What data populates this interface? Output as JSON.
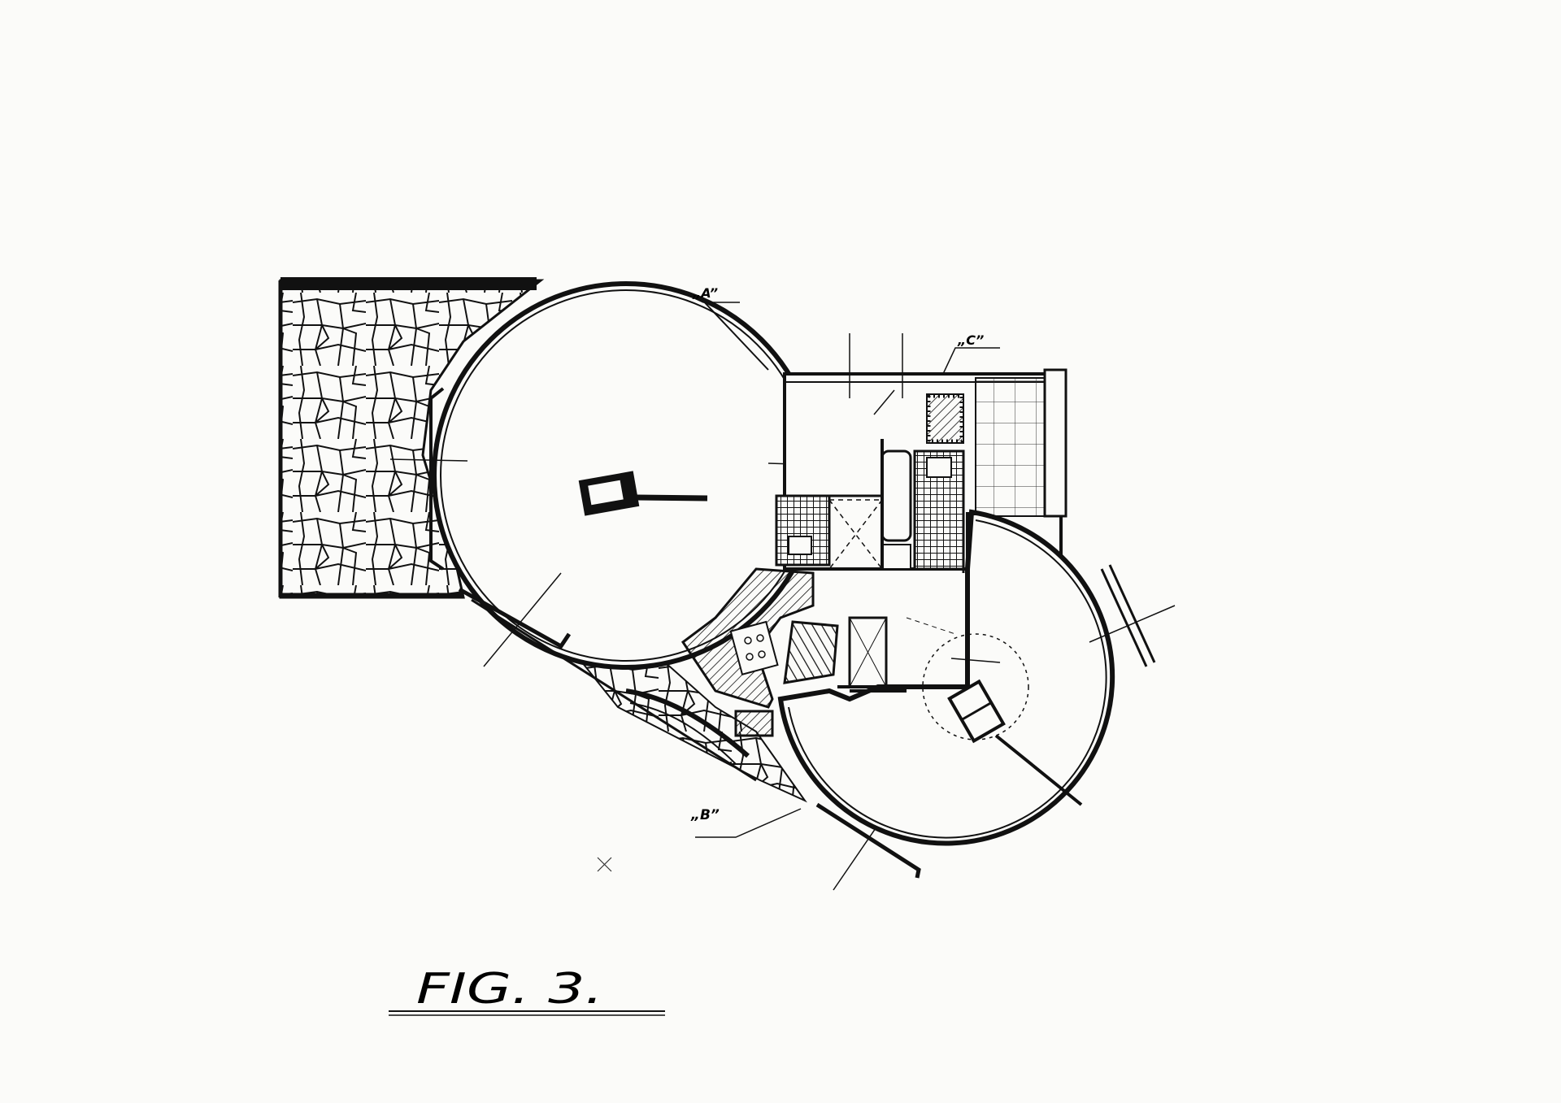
{
  "figure": {
    "caption": "FIG. 3.",
    "section_labels": {
      "a": "„A”",
      "b": "„B”",
      "c": "„C”"
    }
  },
  "colors": {
    "ink": "#111111",
    "paper": "#fbfbf9"
  }
}
